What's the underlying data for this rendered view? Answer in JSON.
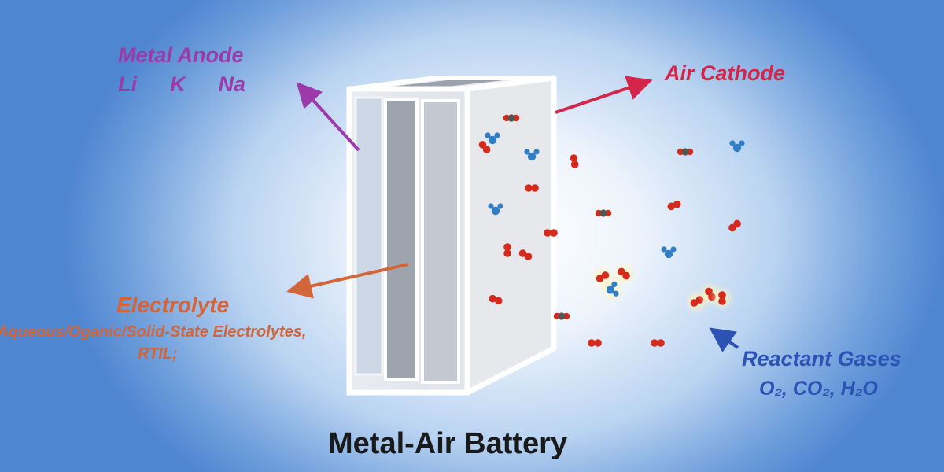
{
  "labels": {
    "anode_title": "Metal Anode",
    "anode_metals": [
      "Li",
      "K",
      "Na"
    ],
    "cathode_title": "Air Cathode",
    "electrolyte_title": "Electrolyte",
    "electrolyte_types": "Aqueous/Oganic/Solid-State  Electrolytes,",
    "electrolyte_rtil": "RTIL;",
    "gases_title": "Reactant Gases",
    "gases_list": "O₂, CO₂, H₂O",
    "caption": "Metal-Air Battery"
  },
  "colors": {
    "anode": "#9b3aa8",
    "cathode": "#d4264b",
    "electrolyte": "#d3653a",
    "gases": "#2c52b4",
    "oxygen": "#d52a1e",
    "water": "#2f7ec6",
    "co2_carbon": "#555555"
  },
  "molecules": [
    {
      "type": "co2"
    },
    {
      "type": "o2"
    },
    {
      "type": "h2o"
    },
    {
      "type": "o2"
    },
    {
      "type": "o2"
    },
    {
      "type": "h2o"
    },
    {
      "type": "o2"
    },
    {
      "type": "o2"
    },
    {
      "type": "o2"
    },
    {
      "type": "co2"
    },
    {
      "type": "h2o"
    },
    {
      "type": "o2"
    },
    {
      "type": "o2"
    },
    {
      "type": "co2"
    },
    {
      "type": "h2o"
    },
    {
      "type": "o2"
    },
    {
      "type": "o2"
    },
    {
      "type": "h2o"
    },
    {
      "type": "o2"
    },
    {
      "type": "o2"
    },
    {
      "type": "o2"
    },
    {
      "type": "o2"
    },
    {
      "type": "o2"
    },
    {
      "type": "co2"
    },
    {
      "type": "o2"
    },
    {
      "type": "h2o"
    }
  ]
}
